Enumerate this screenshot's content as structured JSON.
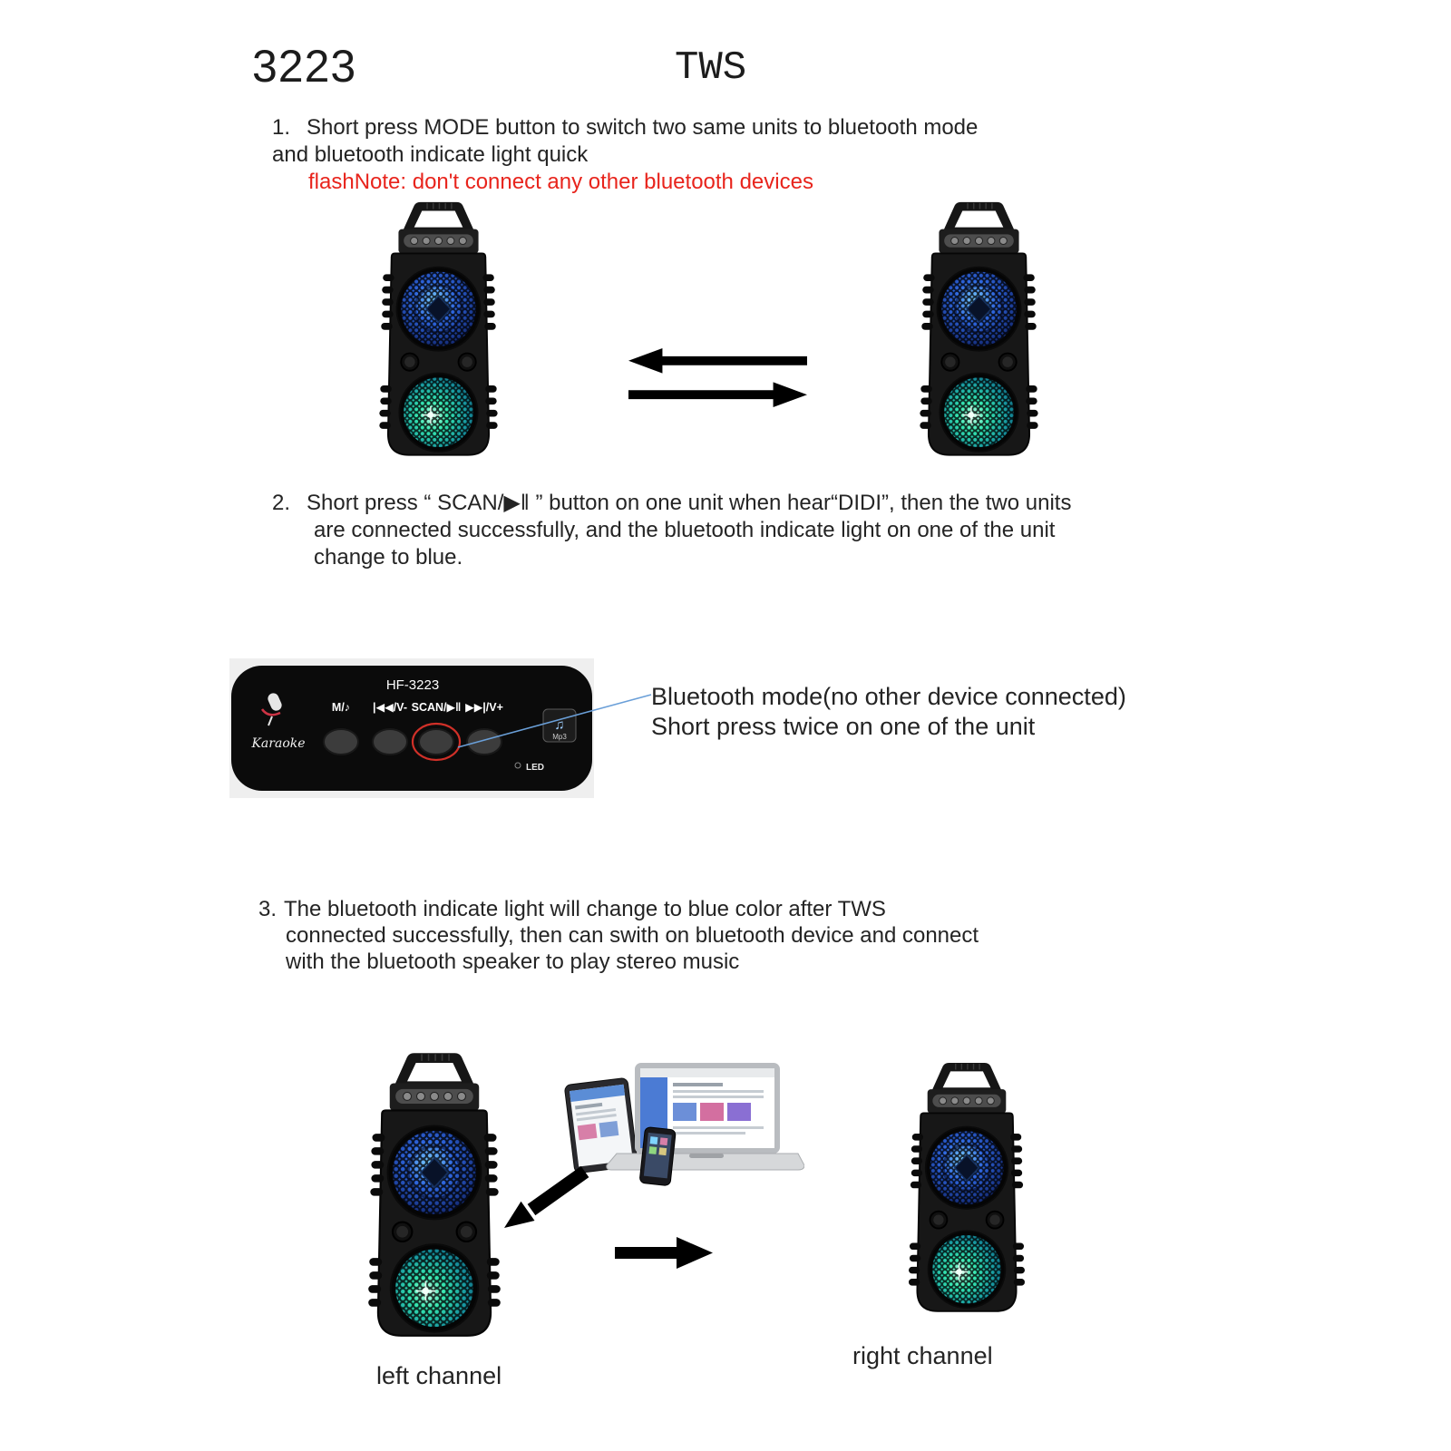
{
  "header": {
    "model": "3223",
    "title": "TWS"
  },
  "steps": {
    "step1": {
      "num": "1.",
      "line1": "Short press MODE button to switch two same units to bluetooth mode",
      "line2": "and bluetooth indicate light quick",
      "note": "flashNote: don't connect any other bluetooth devices"
    },
    "step2": {
      "num": "2.",
      "line1": "Short press “ SCAN/▶‖ ” button on one unit when hear“DIDI”, then the two units",
      "line2": "are connected successfully, and the bluetooth indicate light on one of the unit",
      "line3": "change to blue."
    },
    "step3": {
      "num": "3.",
      "line1": "The bluetooth indicate light will change to blue color after TWS",
      "line2": "connected successfully, then can swith on bluetooth device and connect",
      "line3": "with the bluetooth speaker to play stereo music"
    }
  },
  "panel": {
    "model": "HF-3223",
    "brand": "Karaoke",
    "buttons": [
      "M/♪",
      "|◀◀/V-",
      "SCAN/▶‖",
      "▶▶|/V+"
    ],
    "mp3": "Mp3",
    "led": "LED"
  },
  "annotation": {
    "line1": "Bluetooth mode(no other device connected)",
    "line2": "Short press twice on one of the unit"
  },
  "channels": {
    "left": "left channel",
    "right": "right channel"
  },
  "colors": {
    "note_red": "#e8241c",
    "pointer_blue": "#6a9fd8",
    "highlight_red": "#d03028",
    "grille_blue": "#2e66e0",
    "grille_teal": "#35e8b0"
  }
}
